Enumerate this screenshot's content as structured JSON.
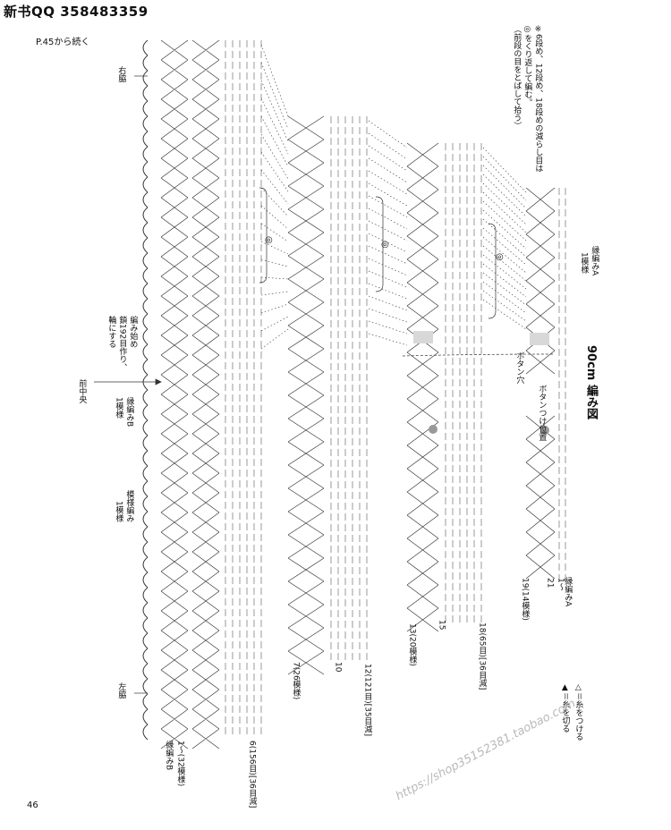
{
  "header": {
    "title": "新书QQ 358483359"
  },
  "continued_from": "P.45から続く",
  "page_number": "46",
  "title": "90cm 編み図",
  "note": {
    "line1": "※6段め、12段め、18段めの減らし目は",
    "line2": "◎をくり返して編む。",
    "line3": "（前段の目をとばして拾う）"
  },
  "labels": {
    "right_side": "右脇",
    "left_side": "左脇",
    "front_center": "前中央",
    "start_ring_1": "編み始め",
    "start_ring_2": "鎖192目作り、",
    "start_ring_3": "輪にする",
    "edge_b": "縁編みB",
    "edge_b_repeat": "1模様",
    "pattern_name": "模様編み",
    "pattern_repeat": "1模様",
    "edge_a_top": "縁編みA",
    "edge_a_top_repeat": "1模様",
    "edge_a_bottom": "縁編みA",
    "button_hole": "ボタン穴",
    "button_position": "ボタンつけ位置",
    "rows_1_32": "1～(32模様)",
    "edge_b_bottom": "縁編みB",
    "row_6": "6(156目)[36目減]",
    "row_7": "7(26模様)",
    "row_10": "10",
    "row_12": "12(121目)[35目減]",
    "row_13": "13(20模様)",
    "row_15": "15",
    "row_18": "18(65目)[36目減]",
    "row_19": "19(14模様)",
    "row_21": "21",
    "row_1": "1～",
    "legend_attach": "△＝糸をつける",
    "legend_cut": "▲＝糸を切る",
    "symbol_circle": "◎"
  },
  "watermark": "https://shop35152381.taobao.com"
}
